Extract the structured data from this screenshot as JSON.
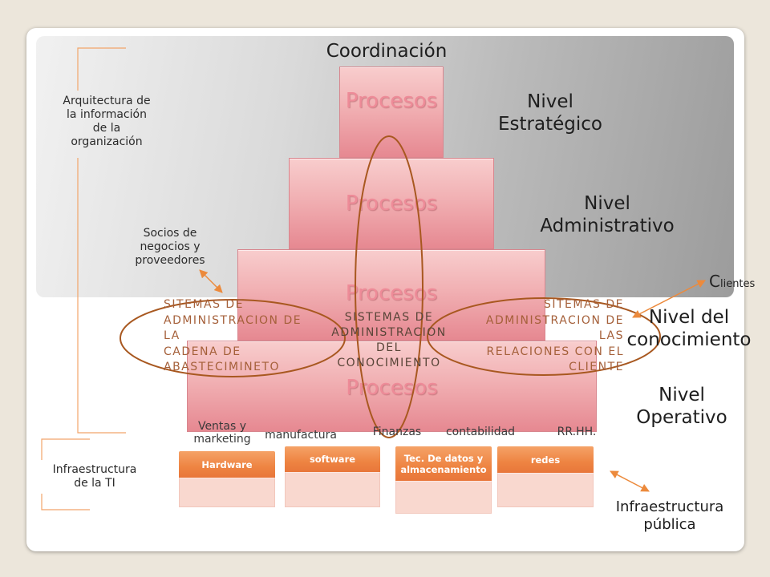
{
  "colors": {
    "accent_orange": "#ec8a3c",
    "bracket_orange": "#f2a56a",
    "ellipse_stroke": "#a85820",
    "process_box": "#e68891",
    "infra_header": "#ee8442",
    "infra_body": "#f9d8cf",
    "system_text": "#a5603a",
    "knowledge_text": "#594538"
  },
  "title": "Coordinación",
  "pyramid": [
    {
      "label": "Procesos"
    },
    {
      "label": "Procesos"
    },
    {
      "label": "Procesos"
    },
    {
      "label": "Procesos"
    }
  ],
  "levels": {
    "strategic": "Nivel\nEstratégico",
    "administrative": "Nivel\nAdministrativo",
    "knowledge": "Nivel del\nconocimiento",
    "operational": "Nivel\nOperativo"
  },
  "systems": {
    "supply_chain": "SITEMAS DE\nADMINISTRACION DE\nLA\nCADENA DE\nABASTECIMINETO",
    "knowledge": "SISTEMAS DE\nADMINISTRACION\nDEL\nCONOCIMIENTO",
    "customer_relations": "SITEMAS DE\nADMINISTRACION DE\nLAS\nRELACIONES CON EL\nCLIENTE"
  },
  "left": {
    "architecture": "Arquitectura de\nla información\nde la\norganización",
    "partners": "Socios de\nnegocios y\nproveedores",
    "it_infrastructure": "Infraestructura\nde la TI"
  },
  "right": {
    "clients": "Clientes",
    "public_infrastructure": "Infraestructura\npública"
  },
  "functions": [
    "Ventas y\nmarketing",
    "manufactura",
    "Finanzas",
    "contabilidad",
    "RR.HH."
  ],
  "infrastructure": [
    {
      "label": "Hardware"
    },
    {
      "label": "software"
    },
    {
      "label": "Tec. De datos y\nalmacenamiento"
    },
    {
      "label": "redes"
    }
  ]
}
